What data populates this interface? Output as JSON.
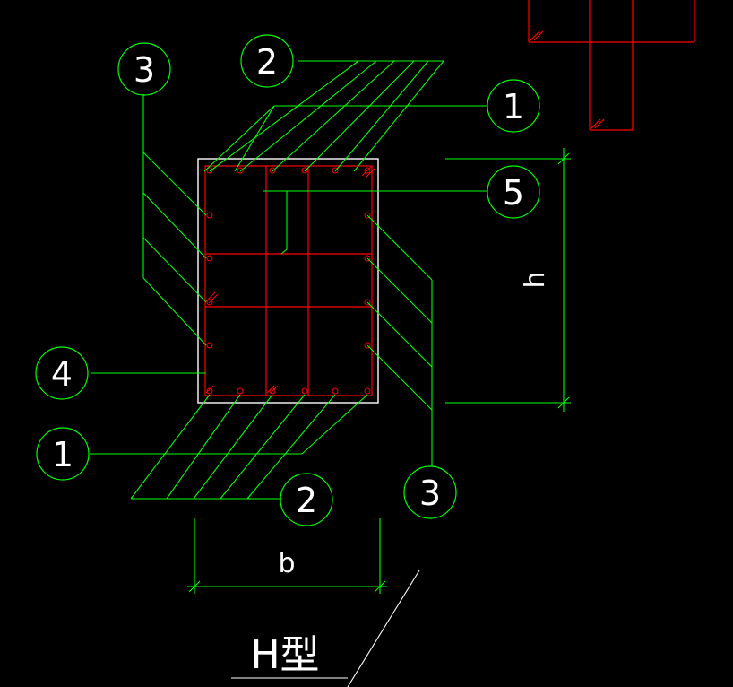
{
  "colors": {
    "background": "#000000",
    "leader": "#00ff00",
    "rebar": "#ff0000",
    "outline": "#ffffff",
    "text": "#ffffff"
  },
  "callouts": {
    "c3_top": "3",
    "c2_top": "2",
    "c1_top": "1",
    "c5": "5",
    "c4": "4",
    "c1_bottom": "1",
    "c2_bottom": "2",
    "c3_bottom": "3"
  },
  "dimensions": {
    "b": "b",
    "h": "h"
  },
  "section_title": "H型"
}
